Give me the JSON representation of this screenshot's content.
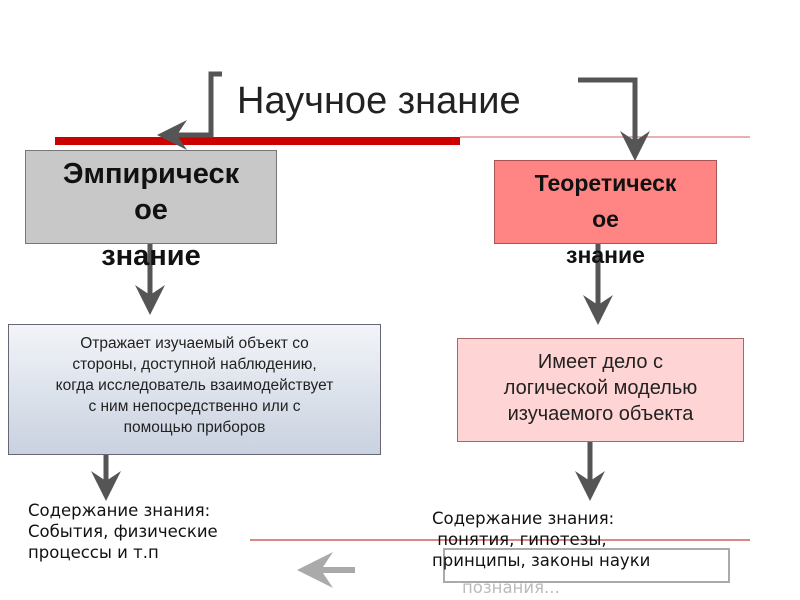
{
  "title": "Научное знание",
  "empirical": {
    "heading_lines": [
      "Эмпирическ",
      "ое",
      "знание"
    ],
    "description_lines": [
      "Отражает изучаемый объект со",
      "стороны, доступной наблюдению,",
      "когда исследователь взаимодействует",
      "с ним непосредственно или с",
      "помощью приборов"
    ],
    "content_lines": [
      "Содержание знания:",
      "События, физические",
      "процессы и т.п"
    ]
  },
  "theoretical": {
    "heading_lines": [
      "Теоретическ",
      "ое",
      "знание"
    ],
    "description_lines": [
      "Имеет дело с",
      "логической моделью",
      "изучаемого объекта"
    ],
    "content_lines": [
      "Содержание знания:",
      " понятия, гипотезы,",
      "принципы, законы науки"
    ]
  },
  "faded_text": "познания...",
  "colors": {
    "accent_red": "#cc0000",
    "empirical_fill": "#c8c8c8",
    "theoretical_fill": "#ff8585",
    "arrow": "#555555"
  }
}
